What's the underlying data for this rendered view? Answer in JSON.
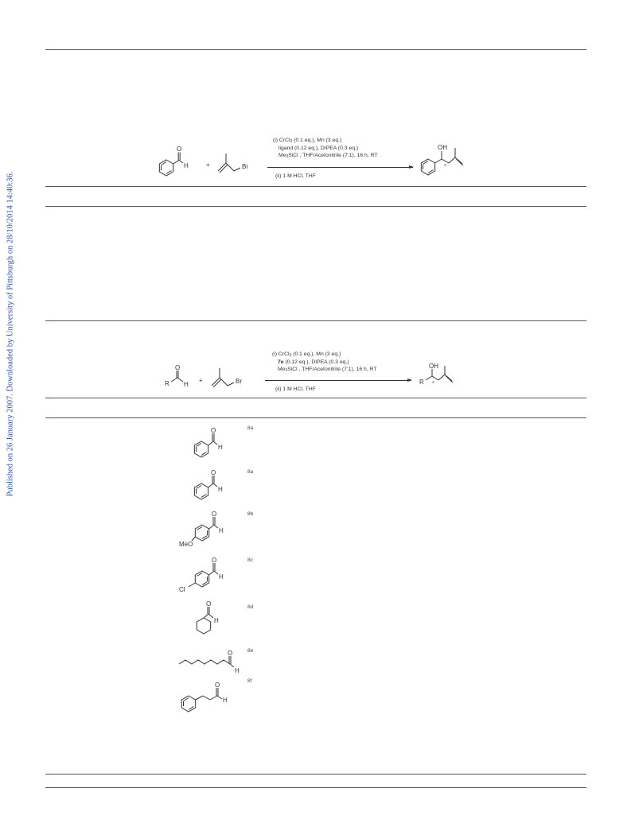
{
  "sidebar": {
    "published_text": "Published on 26 January 2007. Downloaded by University of Pittsburgh on 28/10/2014 14:40:36."
  },
  "scheme1": {
    "conditions": [
      {
        "pre": "(i) CrCl",
        "sub": "3",
        "post": " (0.1 eq.), Mn (3 eq.)",
        "bold": ""
      },
      {
        "pre": "ligand (0.12 eq.), DIPEA (0.3 eq.)",
        "sub": "",
        "post": "",
        "bold": ""
      },
      {
        "pre": "Me",
        "sub": "3",
        "post": "SiCl , THF/Acetonitrile (7:1), 16 h, RT",
        "bold": ""
      }
    ],
    "step2": "(ii) 1 M HCl, THF",
    "plus": "+",
    "br": "Br",
    "h": "H",
    "o": "O",
    "oh": "OH",
    "star": "*"
  },
  "scheme2": {
    "conditions": [
      {
        "pre": "(i) CrCl",
        "sub": "3",
        "post": " (0.1 eq.), Mn (3 eq.)",
        "bold": ""
      },
      {
        "pre": "",
        "sub": "",
        "post": " (0.12 eq.), DIPEA (0.3 eq.)",
        "bold": "7e"
      },
      {
        "pre": "Me",
        "sub": "3",
        "post": "SiCl , THF/Acetonitrile (7:1), 16 h, RT",
        "bold": ""
      }
    ],
    "step2": "(ii) 1 M HCl, THF",
    "plus": "+",
    "br": "Br",
    "r": "R",
    "h": "H",
    "o": "O",
    "oh": "OH",
    "star": "*"
  },
  "table": {
    "rows": [
      {
        "label": "8a",
        "substituent": ""
      },
      {
        "label": "8a",
        "substituent": ""
      },
      {
        "label": "8b",
        "substituent": "MeO"
      },
      {
        "label": "8c",
        "substituent": "Cl"
      },
      {
        "label": "8d",
        "substituent": ""
      },
      {
        "label": "8e",
        "substituent": ""
      },
      {
        "label": "8f",
        "substituent": ""
      }
    ],
    "h": "H",
    "o": "O"
  }
}
